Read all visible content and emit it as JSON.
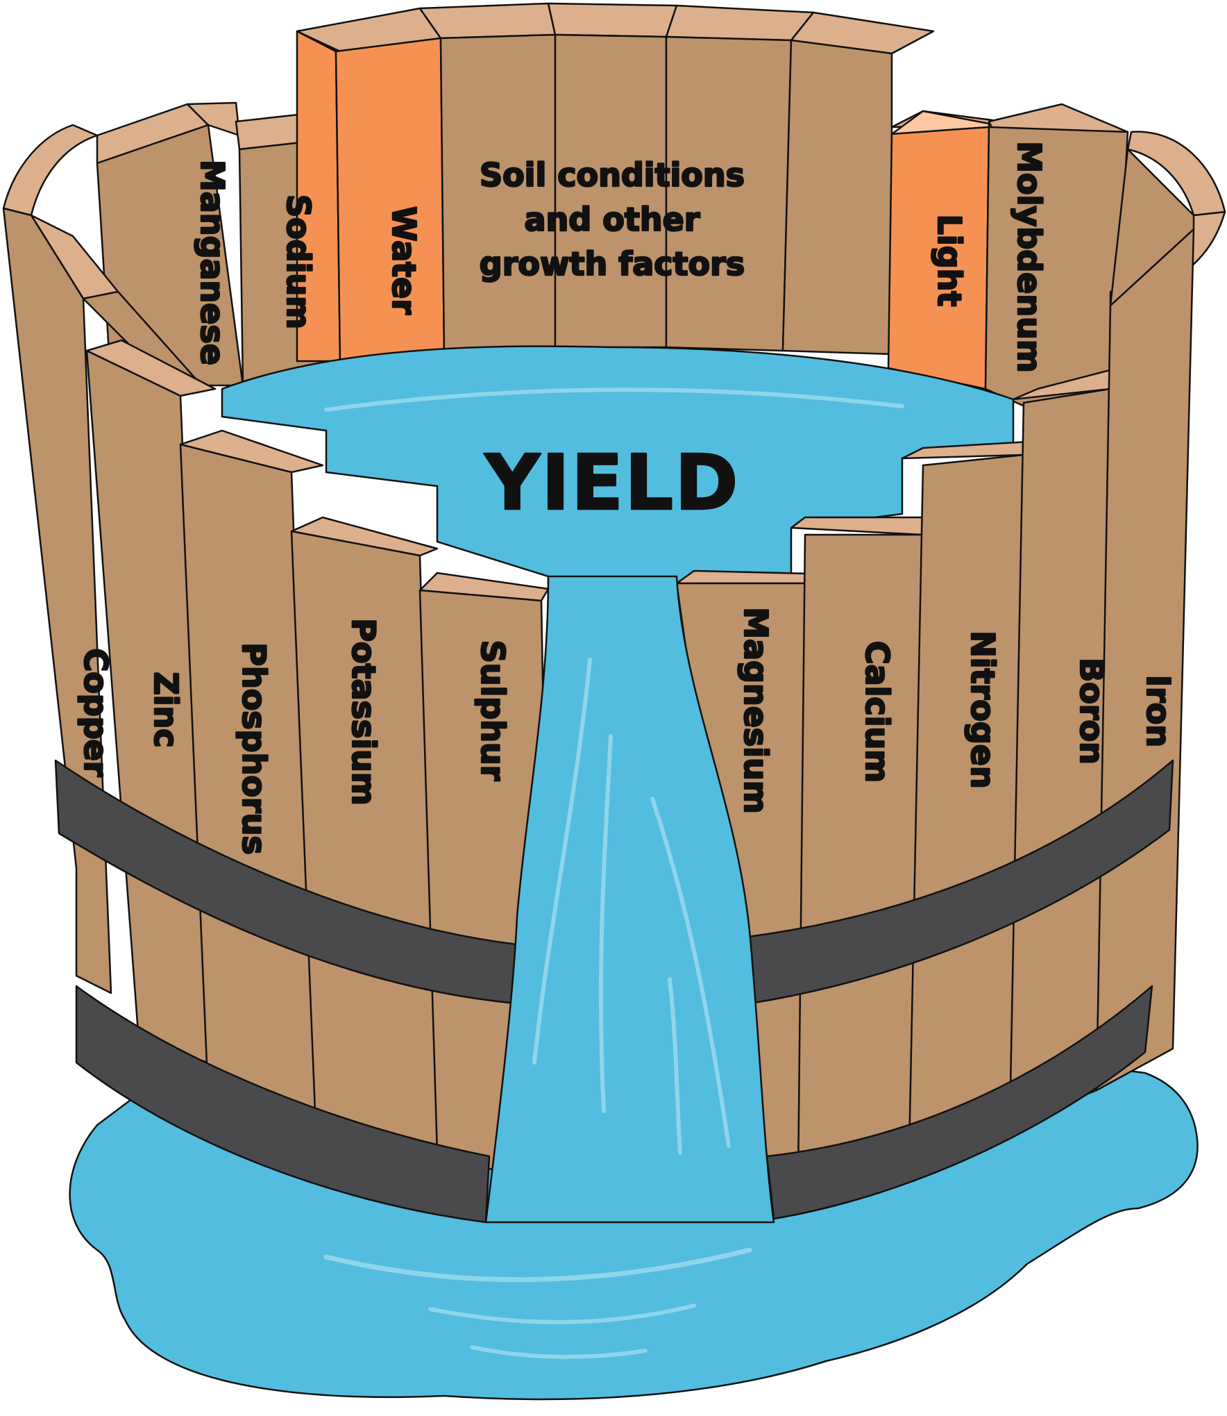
{
  "title": "YIELD",
  "center_factor": [
    "Soil conditions",
    "and other",
    "growth factors"
  ],
  "staves": {
    "copper": "Copper",
    "zinc": "Zinc",
    "phosphorus": "Phosphorus",
    "potassium": "Potassium",
    "sulphur": "Sulphur",
    "magnesium": "Magnesium",
    "calcium": "Calcium",
    "nitrogen": "Nitrogen",
    "boron": "Boron",
    "iron": "Iron",
    "manganese": "Manganese",
    "sodium": "Sodium",
    "water": "Water",
    "light": "Light",
    "molybdenum": "Molybdenum"
  },
  "colors": {
    "stave": "#bd936b",
    "stave_top": "#dcb08c",
    "highlight_stave": "#f59253",
    "highlight_top": "#fdc8a0",
    "water": "#52bddf",
    "water_shine": "#8fd4ec",
    "hoop": "#4a4a4c",
    "outline": "#111111"
  }
}
